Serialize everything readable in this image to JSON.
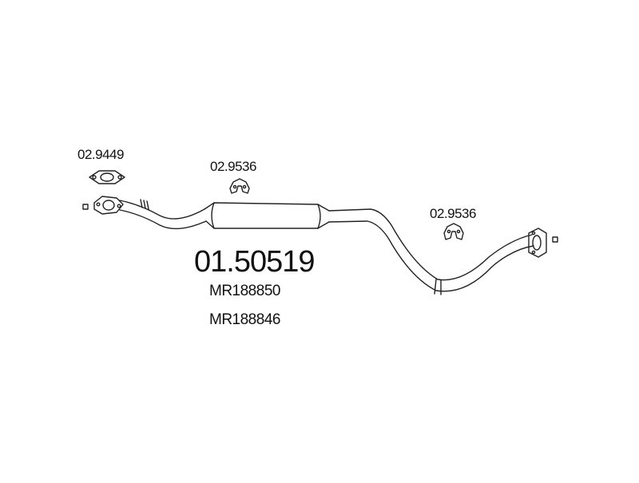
{
  "diagram": {
    "main_part_number": "01.50519",
    "oem_numbers": [
      "MR188850",
      "MR188846"
    ],
    "components": [
      {
        "id": "gasket",
        "part_number": "02.9449"
      },
      {
        "id": "rubber-mount-1",
        "part_number": "02.9536"
      },
      {
        "id": "rubber-mount-2",
        "part_number": "02.9536"
      }
    ],
    "colors": {
      "line": "#222222",
      "background": "#ffffff",
      "text": "#111111"
    }
  }
}
